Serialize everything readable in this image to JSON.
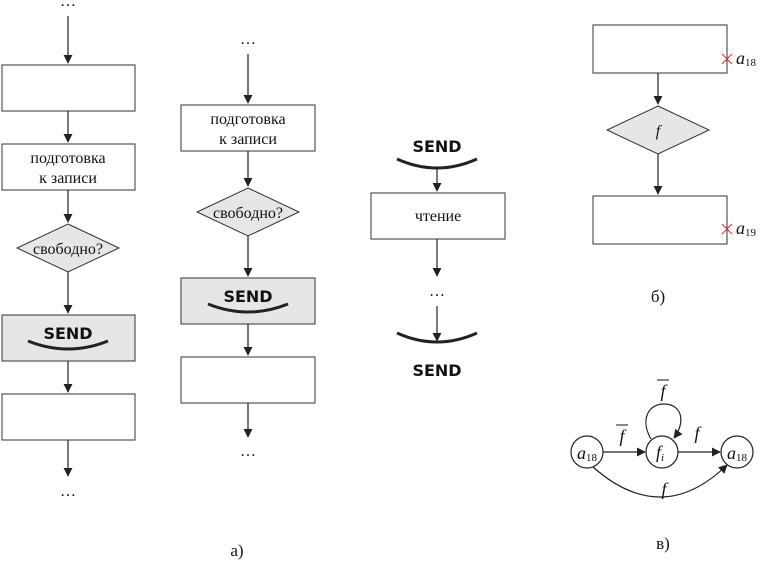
{
  "labels": {
    "ellipsis": "…",
    "preparing_line1": "подготовка",
    "preparing_line2": "к записи",
    "free_question": "свободно?",
    "send": "SEND",
    "reading": "чтение",
    "f": "f",
    "fi_base": "f",
    "fi_sub": "i",
    "a_base": "a",
    "a18_sub": "18",
    "a19_sub": "19"
  },
  "captions": {
    "a": "а)",
    "b": "б)",
    "c": "в)"
  },
  "colors": {
    "block_fill": "#e6e6e6",
    "cross_marker": "#d04040"
  }
}
